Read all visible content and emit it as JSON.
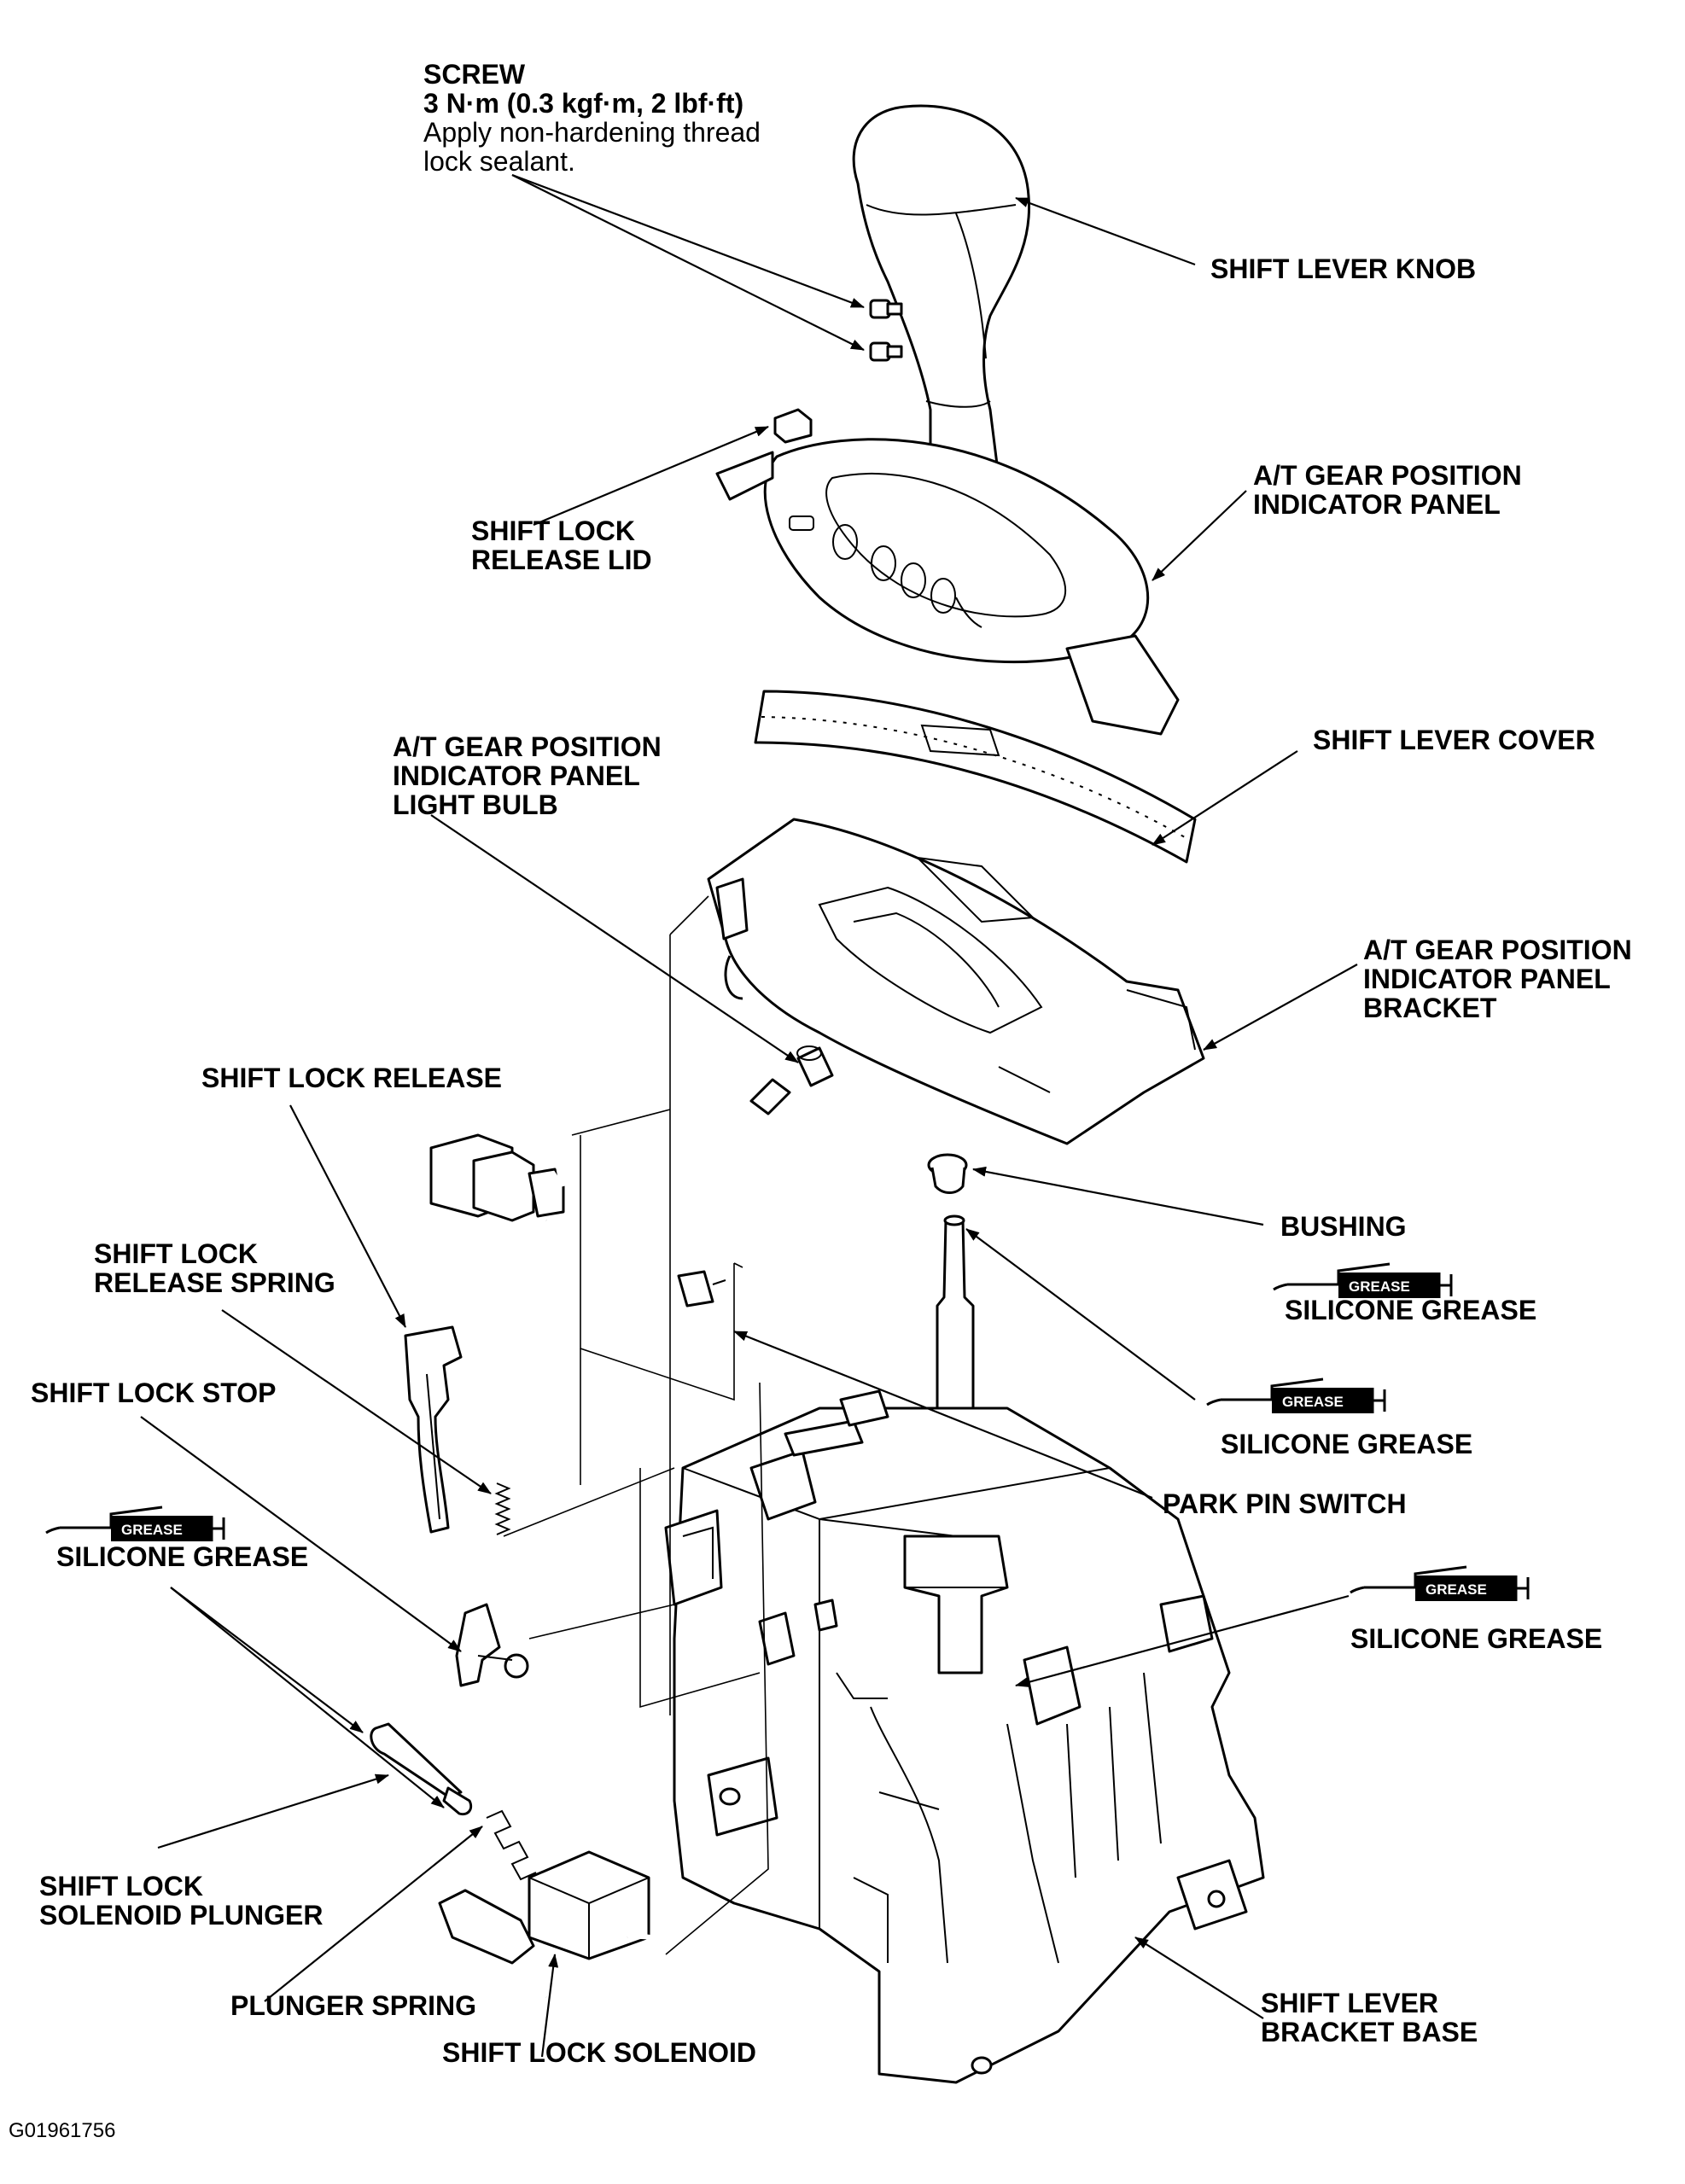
{
  "labels": {
    "screw_title": "SCREW",
    "screw_torque": "3 N·m (0.3 kgf·m, 2 lbf·ft)",
    "screw_note_1": "Apply non-hardening thread",
    "screw_note_2": "lock sealant.",
    "shift_lever_knob": "SHIFT LEVER KNOB",
    "indicator_panel_1": "A/T GEAR POSITION",
    "indicator_panel_2": "INDICATOR PANEL",
    "release_lid_1": "SHIFT LOCK",
    "release_lid_2": "RELEASE LID",
    "shift_lever_cover": "SHIFT LEVER COVER",
    "light_bulb_1": "A/T GEAR POSITION",
    "light_bulb_2": "INDICATOR PANEL",
    "light_bulb_3": "LIGHT BULB",
    "panel_bracket_1": "A/T GEAR POSITION",
    "panel_bracket_2": "INDICATOR PANEL",
    "panel_bracket_3": "BRACKET",
    "shift_lock_release": "SHIFT LOCK RELEASE",
    "bushing": "BUSHING",
    "silicone_grease_bushing": "SILICONE GREASE",
    "release_spring_1": "SHIFT LOCK",
    "release_spring_2": "RELEASE SPRING",
    "silicone_grease_rod": "SILICONE GREASE",
    "shift_lock_stop": "SHIFT LOCK STOP",
    "park_pin_switch": "PARK PIN SWITCH",
    "silicone_grease_left": "SILICONE GREASE",
    "silicone_grease_right": "SILICONE GREASE",
    "solenoid_plunger_1": "SHIFT LOCK",
    "solenoid_plunger_2": "SOLENOID PLUNGER",
    "plunger_spring": "PLUNGER SPRING",
    "shift_lock_solenoid": "SHIFT LOCK SOLENOID",
    "bracket_base_1": "SHIFT LEVER",
    "bracket_base_2": "BRACKET BASE",
    "figure_id": "G01961756"
  },
  "grease_tag": "GREASE",
  "colors": {
    "line": "#000000",
    "background": "#ffffff",
    "tag_fill": "#000000",
    "shade": "#d9d9d9"
  }
}
